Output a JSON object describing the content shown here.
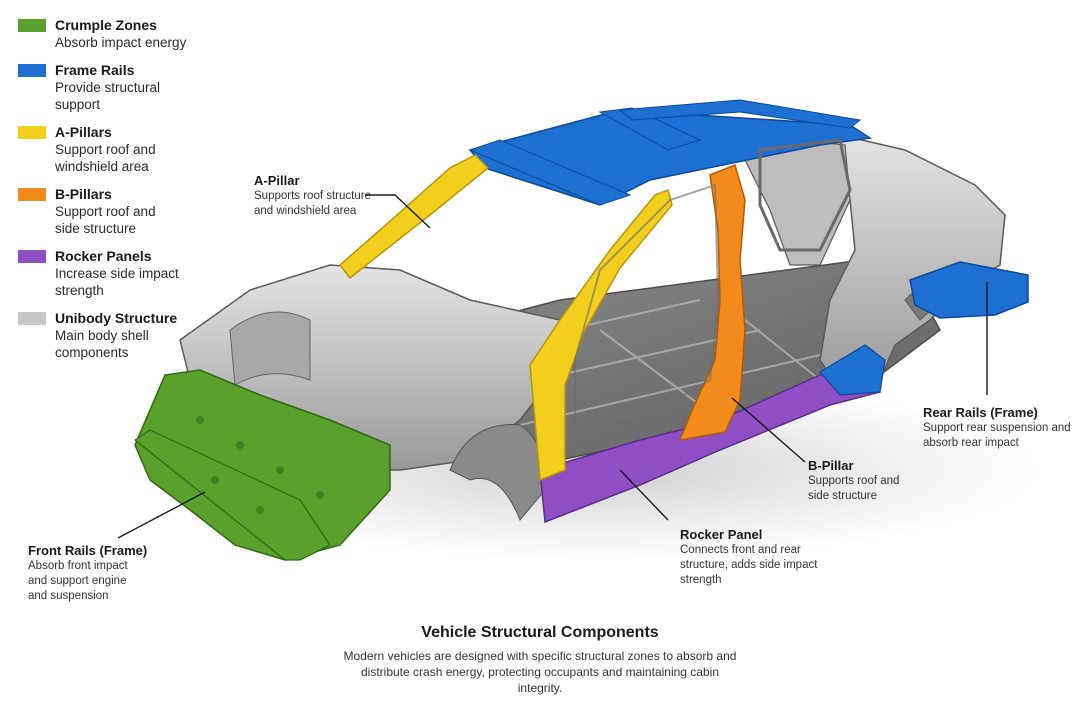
{
  "colors": {
    "crumple": "#5aa02c",
    "frame": "#1d6fd1",
    "a_pillar": "#f2cf1d",
    "b_pillar": "#f28a1c",
    "rocker": "#8f4fc4",
    "unibody": "#c8c8c8"
  },
  "legend": [
    {
      "title": "Crumple Zones",
      "desc": "Absorb impact energy",
      "color": "#5aa02c"
    },
    {
      "title": "Frame Rails",
      "desc": "Provide structural support",
      "color": "#1d6fd1"
    },
    {
      "title": "A-Pillars",
      "desc": "Support roof and windshield area",
      "color": "#f2cf1d"
    },
    {
      "title": "B-Pillars",
      "desc": "Support roof and side structure",
      "color": "#f28a1c"
    },
    {
      "title": "Rocker Panels",
      "desc": "Increase side impact strength",
      "color": "#8f4fc4"
    },
    {
      "title": "Unibody Structure",
      "desc": "Main body shell components",
      "color": "#c8c8c8"
    }
  ],
  "callouts": {
    "a_pillar": {
      "title": "A-Pillar",
      "desc": "Supports roof structure and windshield area"
    },
    "front_rails": {
      "title": "Front Rails (Frame)",
      "desc": "Absorb front impact and support engine and suspension"
    },
    "b_pillar": {
      "title": "B-Pillar",
      "desc": "Supports roof and side structure"
    },
    "rocker": {
      "title": "Rocker Panel",
      "desc": "Connects front and rear structure, adds side impact strength"
    },
    "rear_rails": {
      "title": "Rear Rails (Frame)",
      "desc": "Support rear suspension and absorb rear impact"
    }
  },
  "caption": {
    "title": "Vehicle Structural Components",
    "body": "Modern vehicles are designed with specific structural zones to absorb and distribute crash energy, protecting occupants and maintaining cabin integrity."
  }
}
